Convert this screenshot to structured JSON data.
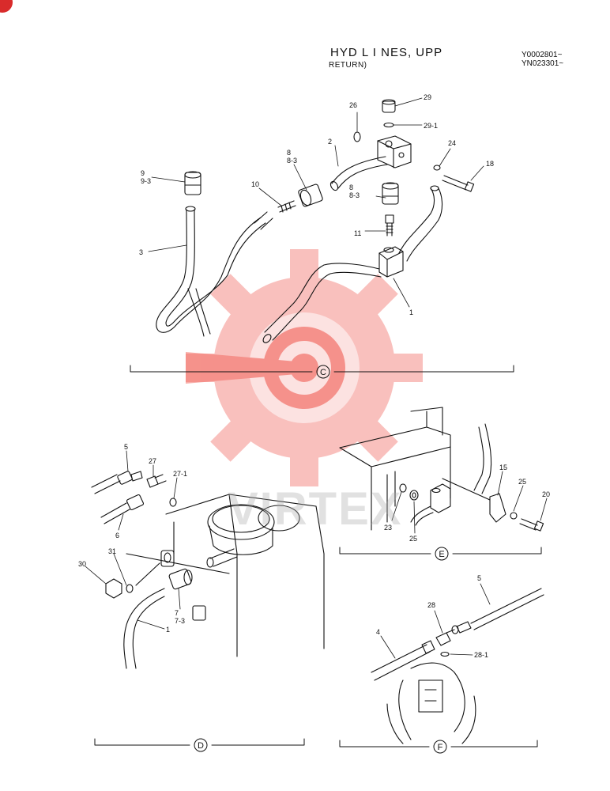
{
  "header": {
    "title": "HYD L I NES, UPP",
    "subtitle": "RETURN)",
    "serials": [
      "Y0002801~",
      "YN023301~"
    ]
  },
  "watermark": {
    "text": "VIRTEX",
    "color": "#e8322b"
  },
  "sections": [
    {
      "id": "C",
      "label": "C"
    },
    {
      "id": "D",
      "label": "D"
    },
    {
      "id": "E",
      "label": "E"
    },
    {
      "id": "F",
      "label": "F"
    }
  ],
  "callouts": {
    "c_26": "26",
    "c_29": "29",
    "c_29_1": "29-1",
    "c_2": "2",
    "c_24": "24",
    "c_18": "18",
    "c_8a": "8",
    "c_8_3a": "8-3",
    "c_9": "9",
    "c_9_3": "9-3",
    "c_10": "10",
    "c_8b": "8",
    "c_8_3b": "8-3",
    "c_11": "11",
    "c_3": "3",
    "c_1c": "1",
    "d_5": "5",
    "d_27": "27",
    "d_27_1": "27-1",
    "d_6": "6",
    "d_31": "31",
    "d_30": "30",
    "d_7": "7",
    "d_7_3": "7-3",
    "d_1": "1",
    "e_15": "15",
    "e_25a": "25",
    "e_20": "20",
    "e_23": "23",
    "e_25b": "25",
    "f_5": "5",
    "f_28": "28",
    "f_4": "4",
    "f_28_1": "28-1"
  }
}
